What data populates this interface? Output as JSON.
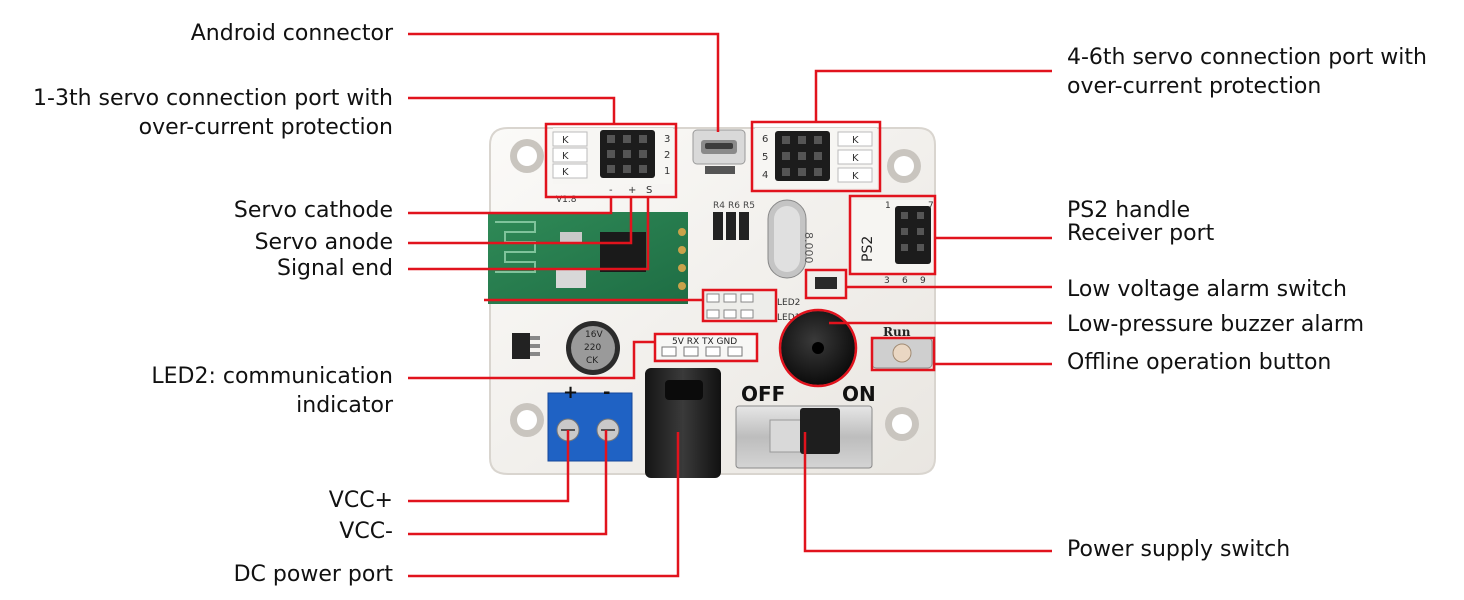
{
  "colors": {
    "leader": "#e1131d",
    "board": "#f3f1ee",
    "terminal": "#1f62c4",
    "header_pins": "#222222"
  },
  "labels_left": {
    "android_connector": "Android connector",
    "servo_port_1_3": [
      "1-3th servo connection port with",
      "over-current protection"
    ],
    "servo_cathode": "Servo cathode",
    "servo_anode": "Servo anode",
    "signal_end": "Signal end",
    "led2": [
      "LED2: communication",
      "indicator"
    ],
    "vcc_plus": "VCC+",
    "vcc_minus": "VCC-",
    "dc_power_port": "DC power port"
  },
  "labels_right": {
    "servo_port_4_6": [
      "4-6th servo connection port with",
      "over-current protection"
    ],
    "ps2_handle": "PS2 handle",
    "receiver_port": "Receiver port",
    "low_voltage_switch": "Low voltage alarm switch",
    "buzzer_alarm": "Low-pressure buzzer alarm",
    "offline_button": "Offline operation button",
    "power_switch": "Power supply switch"
  },
  "board_text": {
    "version": "V1.8",
    "pins_123": [
      "3",
      "2",
      "1"
    ],
    "pins_456": [
      "6",
      "5",
      "4"
    ],
    "pin_symbols": [
      "-",
      "+",
      "S"
    ],
    "crystal": "8.000",
    "ps2": "PS2",
    "ps2_pins_top": [
      "1",
      "7"
    ],
    "ps2_pins_bottom": [
      "3",
      "6",
      "9"
    ],
    "led2": "LED2",
    "led1": "LED1",
    "uart": "5V RX TX GND",
    "capacitor": [
      "16V",
      "220",
      "CK"
    ],
    "run": "Run",
    "off": "OFF",
    "on": "ON",
    "plus": "+",
    "minus": "-",
    "r_labels": [
      "R4",
      "R6",
      "R5"
    ]
  }
}
